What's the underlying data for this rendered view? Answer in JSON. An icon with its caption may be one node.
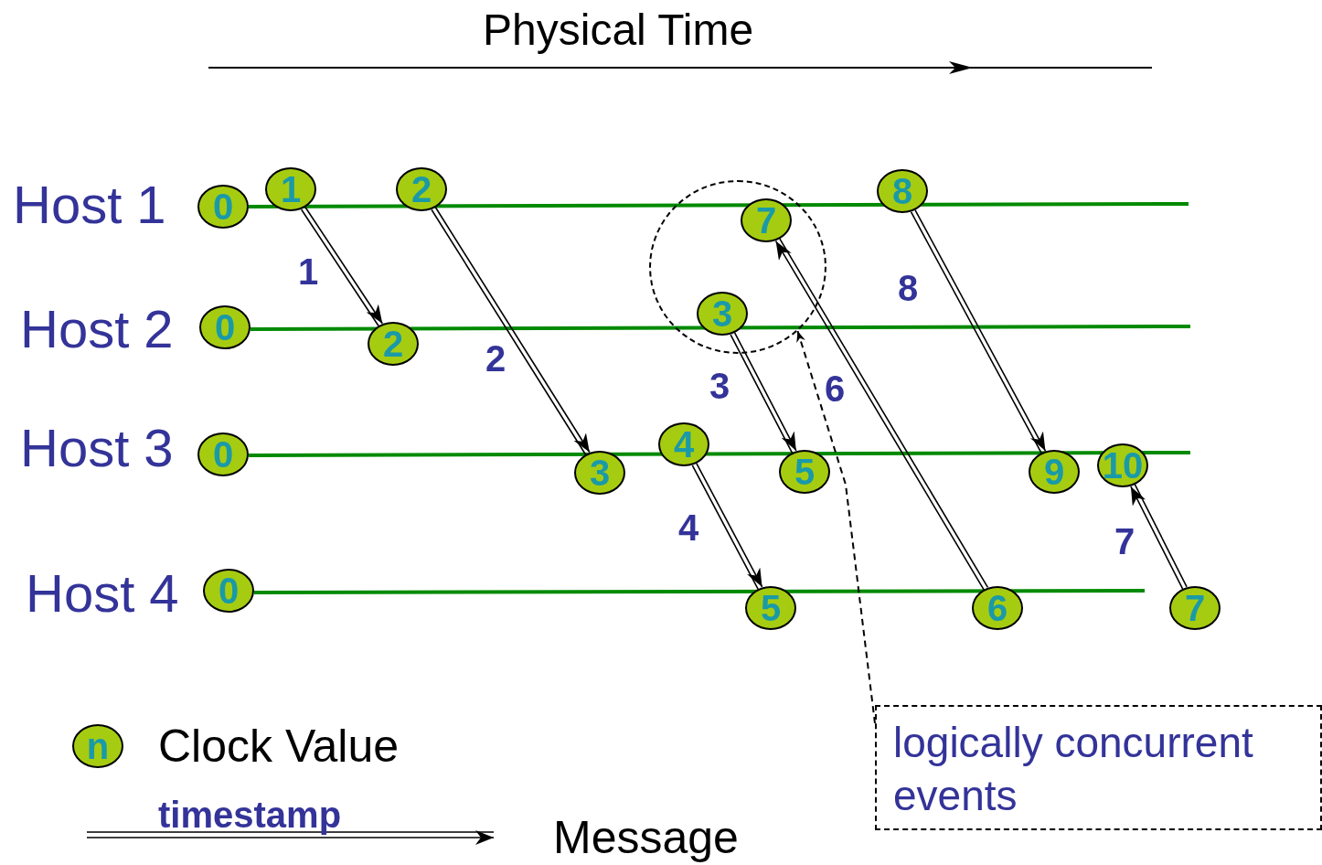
{
  "diagram": {
    "title": "Physical Time",
    "nodes": [
      {
        "text": [
          "0"
        ]
      },
      {
        "text": [
          "1"
        ]
      },
      {
        "text": [
          "2"
        ]
      },
      {
        "text": [],
        "shape": "circle"
      },
      {
        "text": [
          "7"
        ],
        "in": 3
      },
      {
        "text": [
          "8"
        ]
      },
      {
        "text": [
          "0"
        ]
      },
      {
        "text": [
          "2"
        ]
      },
      {
        "text": [
          "3"
        ],
        "in": 3
      },
      {
        "text": [
          "0"
        ]
      },
      {
        "text": [
          "3"
        ]
      },
      {
        "text": [
          "4"
        ]
      },
      {
        "text": [
          "5"
        ]
      },
      {
        "text": [
          "9"
        ]
      },
      {
        "text": [
          "10"
        ]
      },
      {
        "text": [
          "0"
        ]
      },
      {
        "text": [
          "5"
        ]
      },
      {
        "text": [
          "6"
        ]
      },
      {
        "text": [
          "7"
        ]
      },
      {
        "text": [
          "logically concurrent events"
        ]
      },
      {
        "text": [
          "n"
        ]
      }
    ],
    "edges": [
      {
        "from": 1,
        "to": 7,
        "arrow": "to",
        "label": "1"
      },
      {
        "from": 2,
        "to": 10,
        "arrow": "to",
        "label": "2"
      },
      {
        "from": 8,
        "to": 12,
        "arrow": "to",
        "label": "3"
      },
      {
        "from": 11,
        "to": 16,
        "arrow": "to",
        "label": "4"
      },
      {
        "from": 17,
        "to": 4,
        "arrow": "to",
        "label": "6"
      },
      {
        "from": 18,
        "to": 14,
        "arrow": "to",
        "label": "7"
      },
      {
        "from": 5,
        "to": 13,
        "arrow": "to",
        "label": "8"
      },
      {
        "from": 19,
        "to": 3,
        "arrow": "to",
        "style": "dashed"
      }
    ],
    "labels": [
      "Host 1",
      "Host 2",
      "Host 3",
      "Host 4",
      "timestamp"
    ],
    "legend": [
      {
        "text": "Clock Value"
      },
      {
        "text": "Message"
      }
    ]
  }
}
